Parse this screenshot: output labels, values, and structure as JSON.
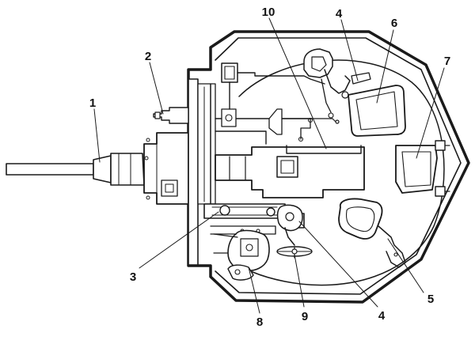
{
  "diagram": {
    "callouts": [
      {
        "id": "c1",
        "label": "1"
      },
      {
        "id": "c2",
        "label": "2"
      },
      {
        "id": "c3",
        "label": "3"
      },
      {
        "id": "c4a",
        "label": "4"
      },
      {
        "id": "c4b",
        "label": "4"
      },
      {
        "id": "c5",
        "label": "5"
      },
      {
        "id": "c6",
        "label": "6"
      },
      {
        "id": "c7",
        "label": "7"
      },
      {
        "id": "c8",
        "label": "8"
      },
      {
        "id": "c9",
        "label": "9"
      },
      {
        "id": "c10",
        "label": "10"
      }
    ],
    "colors": {
      "ink": "#1a1a1a",
      "paper": "#ffffff"
    }
  }
}
